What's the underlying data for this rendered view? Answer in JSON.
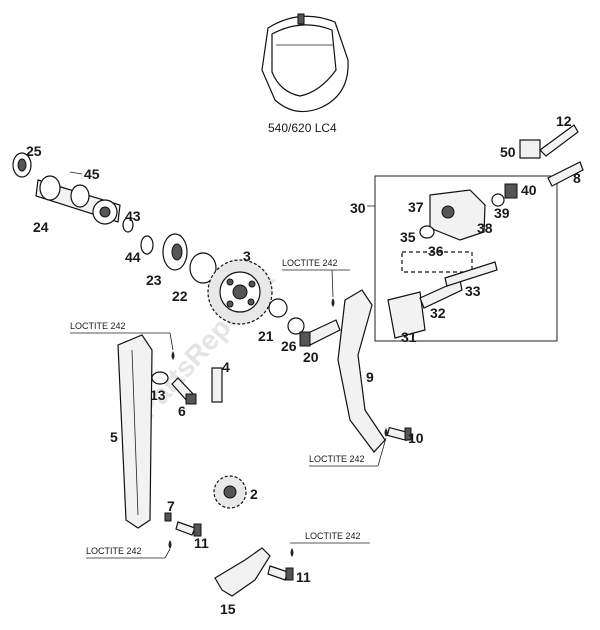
{
  "model_caption": "540/620 LC4",
  "watermark": "PartsRepublik",
  "loctite": "LOCTITE 242",
  "callouts": {
    "n2": "2",
    "n3": "3",
    "n4": "4",
    "n5": "5",
    "n6": "6",
    "n7": "7",
    "n8": "8",
    "n9": "9",
    "n10": "10",
    "n11a": "11",
    "n11b": "11",
    "n12": "12",
    "n13": "13",
    "n15": "15",
    "n20": "20",
    "n21": "21",
    "n22": "22",
    "n23": "23",
    "n24": "24",
    "n25": "25",
    "n26": "26",
    "n30": "30",
    "n31": "31",
    "n32": "32",
    "n33": "33",
    "n35": "35",
    "n36": "36",
    "n37": "37",
    "n38": "38",
    "n39": "39",
    "n40": "40",
    "n43": "43",
    "n44": "44",
    "n45": "45",
    "n50": "50"
  }
}
